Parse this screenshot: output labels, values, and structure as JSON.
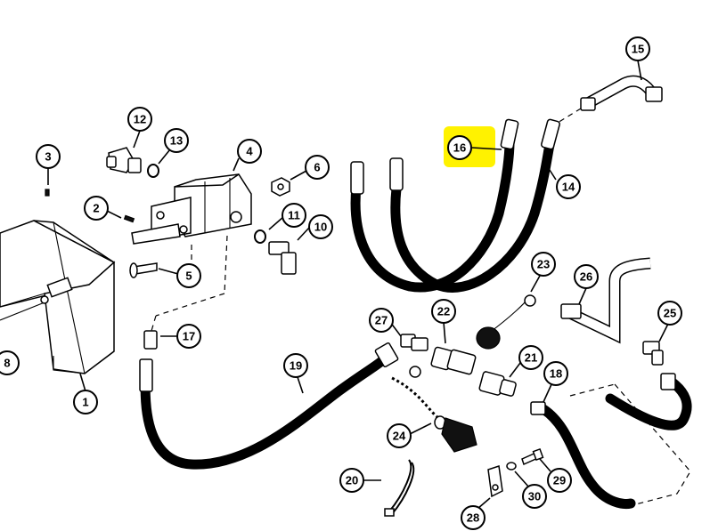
{
  "callouts": [
    {
      "id": "1",
      "label": "1"
    },
    {
      "id": "2",
      "label": "2"
    },
    {
      "id": "3",
      "label": "3"
    },
    {
      "id": "4",
      "label": "4"
    },
    {
      "id": "5",
      "label": "5"
    },
    {
      "id": "6",
      "label": "6"
    },
    {
      "id": "8",
      "label": "8"
    },
    {
      "id": "10",
      "label": "10"
    },
    {
      "id": "11",
      "label": "11"
    },
    {
      "id": "12",
      "label": "12"
    },
    {
      "id": "13",
      "label": "13"
    },
    {
      "id": "14",
      "label": "14"
    },
    {
      "id": "15",
      "label": "15"
    },
    {
      "id": "16",
      "label": "16"
    },
    {
      "id": "17",
      "label": "17"
    },
    {
      "id": "18",
      "label": "18"
    },
    {
      "id": "19",
      "label": "19"
    },
    {
      "id": "20",
      "label": "20"
    },
    {
      "id": "21",
      "label": "21"
    },
    {
      "id": "22",
      "label": "22"
    },
    {
      "id": "23",
      "label": "23"
    },
    {
      "id": "24",
      "label": "24"
    },
    {
      "id": "25",
      "label": "25"
    },
    {
      "id": "26",
      "label": "26"
    },
    {
      "id": "27",
      "label": "27"
    },
    {
      "id": "28",
      "label": "28"
    },
    {
      "id": "29",
      "label": "29"
    },
    {
      "id": "30",
      "label": "30"
    }
  ],
  "highlight": {
    "callout": "16",
    "color": "#fff200"
  },
  "colors": {
    "line": "#000000",
    "background": "#ffffff"
  }
}
